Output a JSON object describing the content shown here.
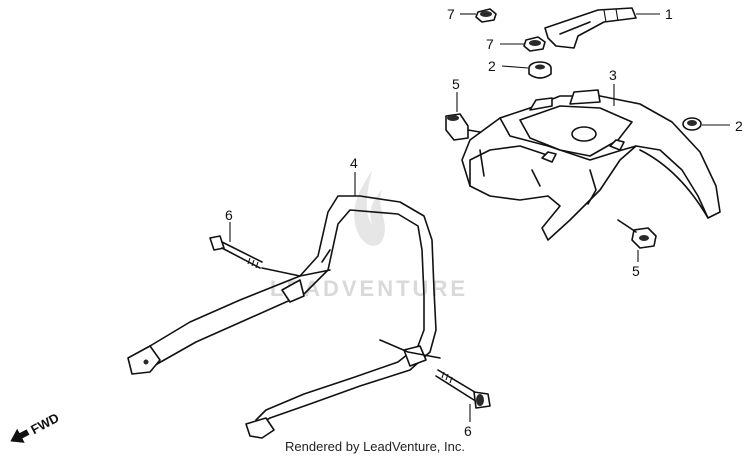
{
  "callouts": {
    "c1": "1",
    "c2a": "2",
    "c2b": "2",
    "c3": "3",
    "c4": "4",
    "c5a": "5",
    "c5b": "5",
    "c6a": "6",
    "c6b": "6",
    "c7a": "7",
    "c7b": "7"
  },
  "fwd_label": "FWD",
  "watermark": "LEADVENTURE",
  "footer": "Rendered by LeadVenture, Inc.",
  "colors": {
    "ink": "#111111",
    "watermark": "#d9d9d9"
  }
}
